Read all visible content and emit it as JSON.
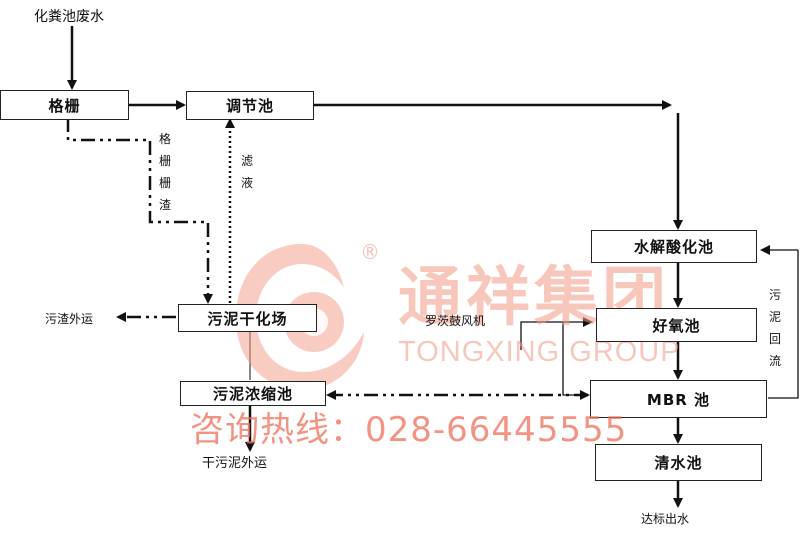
{
  "diagram": {
    "source_label": "化粪池废水",
    "nodes": {
      "grille": "格栅",
      "regulating_tank": "调节池",
      "hydrolysis_tank": "水解酸化池",
      "aerobic_tank": "好氧池",
      "mbr_tank": "MBR 池",
      "clear_water_tank": "清水池",
      "sludge_drying_field": "污泥干化场",
      "sludge_thickener": "污泥浓缩池"
    },
    "labels": {
      "grille_residue": "格栅栅渣",
      "filtrate": "滤液",
      "sludge_return": "污泥回流",
      "blower": "罗茨鼓风机",
      "slag_outbound": "污渣外运",
      "dry_sludge_outbound": "干污泥外运",
      "discharge": "达标出水"
    }
  },
  "watermark": {
    "brand_cn": "通祥集团",
    "brand_en": "TONGXING GROUP",
    "registered_mark": "®",
    "hotline": "咨询热线：028-66445555",
    "color": "#f39a86"
  }
}
